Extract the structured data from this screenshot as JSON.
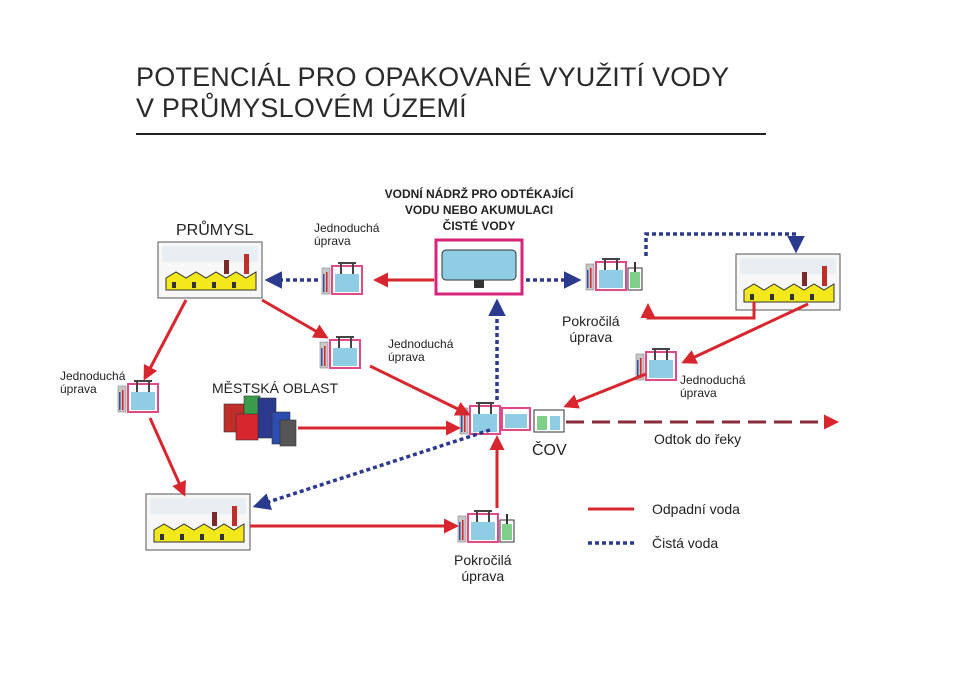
{
  "title": {
    "line1": "POTENCIÁL PRO OPAKOVANÉ VYUŽITÍ VODY",
    "line2": "V PRŮMYSLOVÉM ÚZEMÍ"
  },
  "labels": {
    "industry": "PRŮMYSL",
    "urban": "MĚSTSKÁ OBLAST",
    "reservoir_l1": "VODNÍ NÁDRŽ PRO ODTÉKAJÍCÍ",
    "reservoir_l2": "VODU NEBO AKUMULACI",
    "reservoir_l3": "ČISTÉ VODY",
    "simple_l1": "Jednoduchá",
    "simple_l2": "úprava",
    "advanced_l1": "Pokročilá",
    "advanced_l2": "úprava",
    "wwtp": "ČOV",
    "river": "Odtok do řeky"
  },
  "legend": [
    {
      "label": "Odpadní voda",
      "style": "solid",
      "color": "#d8262f"
    },
    {
      "label": "Čistá voda",
      "style": "dotted",
      "color": "#2b3a8f"
    }
  ],
  "colors": {
    "wastewater": "#d8262f",
    "clean": "#2b3a8f",
    "reservoir_frame": "#d7267a",
    "factory": "#f3e81c",
    "treatment_frame": "#e04a8a"
  }
}
